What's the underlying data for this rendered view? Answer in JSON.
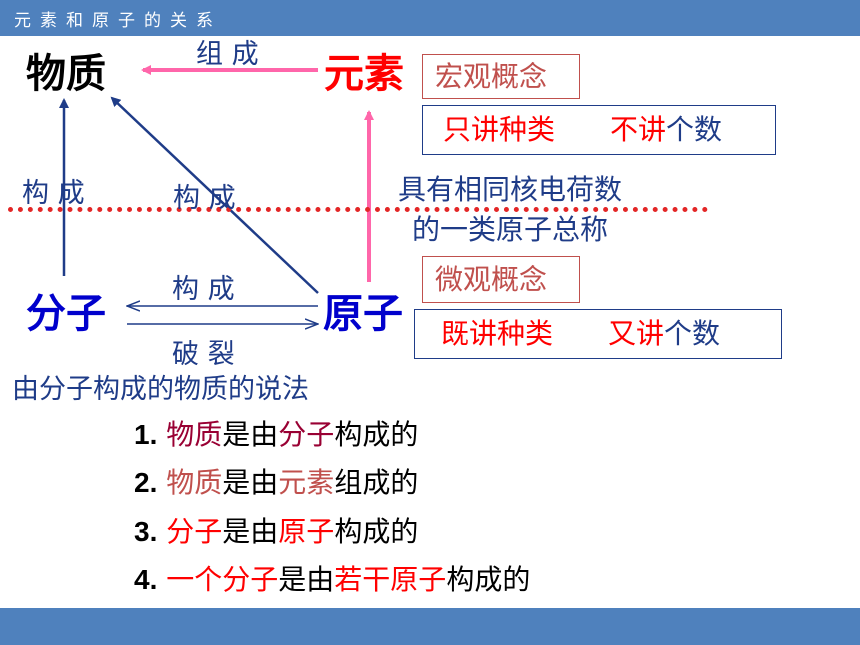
{
  "header": {
    "title": "元素和原子的关系"
  },
  "nodes": {
    "substance": "物质",
    "element": "元素",
    "molecule": "分子",
    "atom": "原子"
  },
  "labels": {
    "compose_top": "组 成",
    "constitute_left": "构 成",
    "constitute_diag": "构   成",
    "constitute_mid": "构   成",
    "split": "破   裂"
  },
  "macro_box": {
    "label": "宏观概念"
  },
  "macro_note": {
    "part1": "只讲种类",
    "part2": "不讲",
    "part3": "个数"
  },
  "definition": {
    "line1": "具有相同核电荷数",
    "line2": "的一类原子总称"
  },
  "micro_box": {
    "label": "微观概念"
  },
  "micro_note": {
    "part1": "既讲种类",
    "part2": "又讲",
    "part3": "个数"
  },
  "statements": {
    "title": "由分子构成的物质的说法",
    "items": [
      {
        "num": "1.",
        "a": "物质",
        "b": "是由",
        "c": "分子",
        "d": "构成的"
      },
      {
        "num": "2.",
        "a": "物质",
        "b": "是由",
        "c": "元素",
        "d": "组成的"
      },
      {
        "num": "3.",
        "a": "分子",
        "b": "是由",
        "c": "原子",
        "d": "构成的"
      },
      {
        "num": "4.",
        "a": "一个分子",
        "b": "是由",
        "c": "若干原子",
        "d": "构成的"
      }
    ]
  },
  "colors": {
    "bar": "#4f81bd",
    "arrow_pink": "#ff66aa",
    "arrow_blue": "#1f3c88",
    "dots": "#e32626"
  }
}
